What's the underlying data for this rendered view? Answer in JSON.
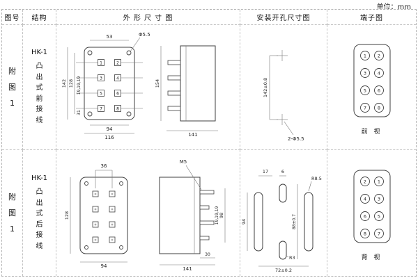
{
  "unit": "单位：mm",
  "headers": {
    "fig": "图号",
    "structure": "结构",
    "outline": "外 形 尺 寸 图",
    "mounting": "安装开孔尺寸图",
    "terminal": "端子图"
  },
  "rows": [
    {
      "fig": "附图1",
      "model": "HK-1",
      "desc": "凸出式前接线",
      "outline": {
        "w53": "53",
        "phi": "Φ5.5",
        "h142": "142",
        "h128": "128",
        "pitch": "19,19,19",
        "d31": "31",
        "w94": "94",
        "w116": "116",
        "side_h": "154",
        "side_w": "141",
        "terminals": [
          "1",
          "2",
          "3",
          "4",
          "5",
          "6",
          "7",
          "8"
        ]
      },
      "mounting": {
        "v": "142±0.8",
        "holes": "2-Φ5.5"
      },
      "terminal": {
        "left": [
          "1",
          "3",
          "5",
          "7"
        ],
        "right": [
          "2",
          "4",
          "6",
          "8"
        ],
        "caption": "前 视"
      }
    },
    {
      "fig": "附图1",
      "model": "HK-1",
      "desc": "凸出式后接线",
      "outline": {
        "w36": "36",
        "h128": "128",
        "w94": "94",
        "m5": "M5",
        "h98": "98",
        "pitch": "19,19,19",
        "d30": "30",
        "side_w": "141"
      },
      "mounting": {
        "d17": "17",
        "d6": "6",
        "r85": "R8.5",
        "h94": "94",
        "h88": "88±0.7",
        "w72": "72±0.2",
        "r3": "R3"
      },
      "terminal": {
        "left": [
          "2",
          "4",
          "6",
          "8"
        ],
        "right": [
          "1",
          "3",
          "5",
          "7"
        ],
        "caption": "背 视"
      }
    }
  ]
}
